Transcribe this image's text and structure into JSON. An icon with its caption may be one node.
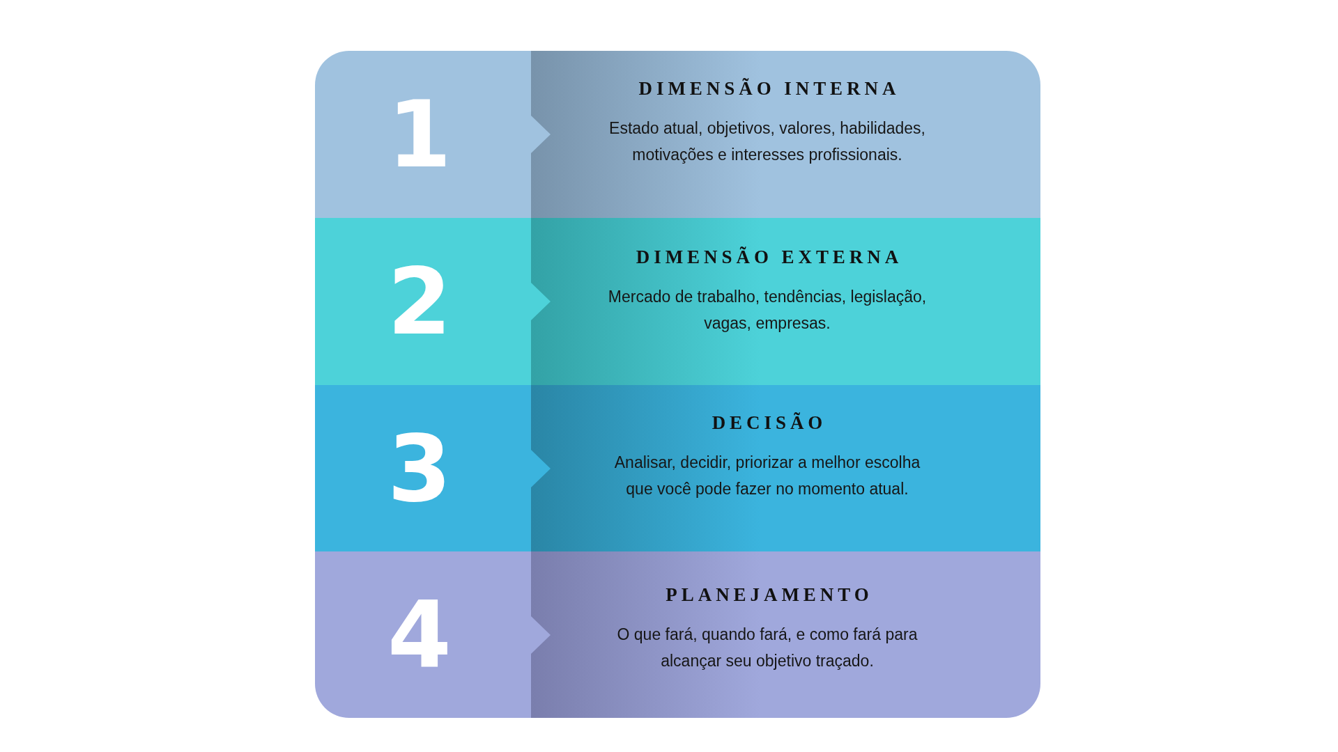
{
  "diagram": {
    "nodes": [
      {
        "text": [
          "1",
          "DIMENSÃO INTERNA",
          "Estado atual, objetivos, valores, habilidades, motivações e interesses profissionais."
        ]
      },
      {
        "text": [
          "2",
          "DIMENSÃO EXTERNA",
          "Mercado de trabalho, tendências, legislação, vagas, empresas."
        ]
      },
      {
        "text": [
          "3",
          "DECISÃO",
          "Analisar, decidir, priorizar a melhor escolha que você pode fazer no momento atual."
        ]
      },
      {
        "text": [
          "4",
          "PLANEJAMENTO",
          "O que fará, quando fará, e como fará para alcançar seu objetivo traçado."
        ]
      }
    ]
  }
}
